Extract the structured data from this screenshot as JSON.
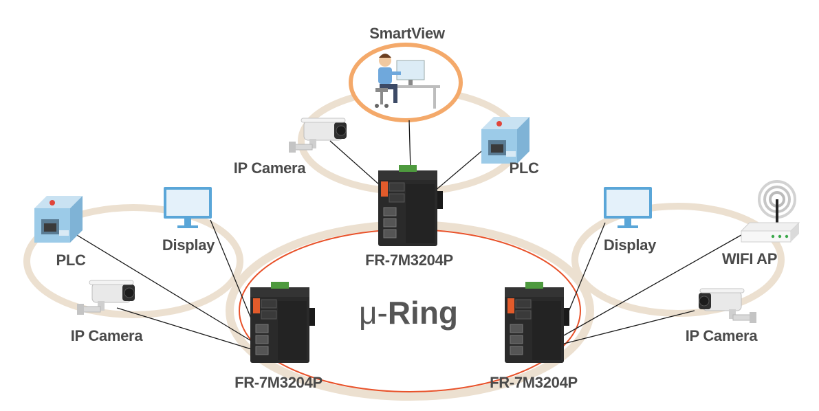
{
  "title": {
    "mu": "μ-",
    "name": "Ring"
  },
  "colors": {
    "ring_outer": "#ece0d0",
    "ring_main": "#e8522a",
    "bubble": "#f4a96a",
    "switch_body": "#2a2a2a",
    "switch_accent": "#e25b2b",
    "device_blue": "#9ccbe8",
    "link_line": "#1a1a1a"
  },
  "nodes": {
    "smartview": "SmartView",
    "top_camera": "IP Camera",
    "top_plc": "PLC",
    "switch_top": "FR-7M3204P",
    "left_plc": "PLC",
    "left_display": "Display",
    "left_camera": "IP Camera",
    "switch_left": "FR-7M3204P",
    "right_display": "Display",
    "right_wifi": "WIFI AP",
    "right_camera": "IP Camera",
    "switch_right": "FR-7M3204P"
  },
  "icons": {
    "smartview": "operator-workstation-icon",
    "camera": "ip-camera-icon",
    "plc": "plc-icon",
    "display": "monitor-icon",
    "wifi": "wifi-router-icon",
    "switch": "industrial-switch-icon"
  }
}
